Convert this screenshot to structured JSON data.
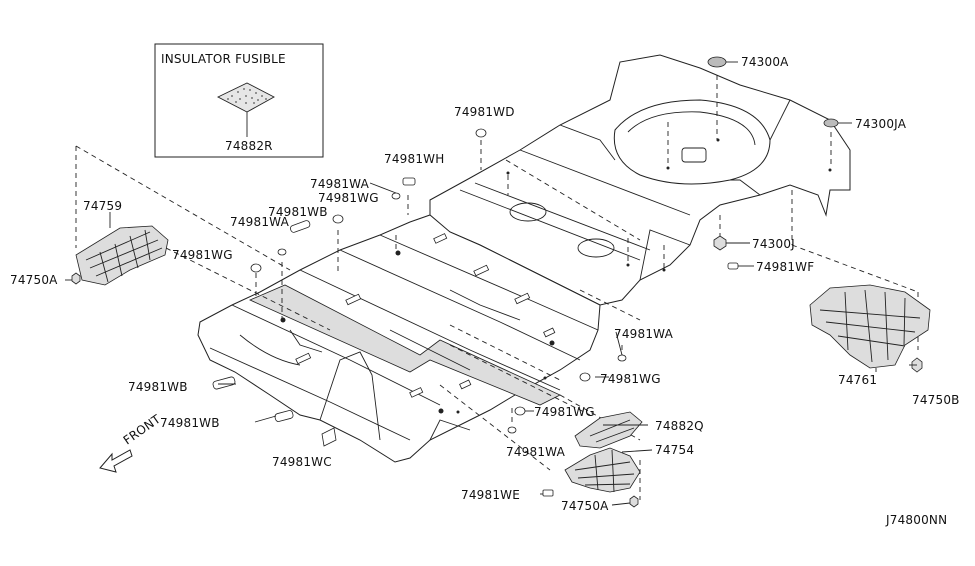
{
  "inset": {
    "title": "INSULATOR FUSIBLE",
    "part": "74882R"
  },
  "diagram_code": "J74800NN",
  "front_label": "FRONT",
  "labels": {
    "p74300A": "74300A",
    "p74300JA": "74300JA",
    "p74300J": "74300J",
    "p74981WD": "74981WD",
    "p74981WH": "74981WH",
    "p74981WA_1": "74981WA",
    "p74981WG_1": "74981WG",
    "p74981WB_1": "74981WB",
    "p74981WA_2": "74981WA",
    "p74981WG_2": "74981WG",
    "p74759": "74759",
    "p74750A_1": "74750A",
    "p74981WF": "74981WF",
    "p74981WA_3": "74981WA",
    "p74981WG_3": "74981WG",
    "p74761": "74761",
    "p74750B": "74750B",
    "p74981WB_2": "74981WB",
    "p74981WB_3": "74981WB",
    "p74981WC": "74981WC",
    "p74981WG_4": "74981WG",
    "p74882Q": "74882Q",
    "p74981WA_4": "74981WA",
    "p74754": "74754",
    "p74981WE": "74981WE",
    "p74750A_2": "74750A"
  }
}
